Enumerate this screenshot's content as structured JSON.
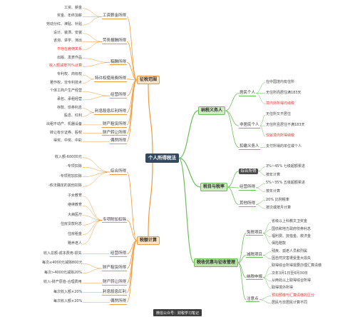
{
  "mind_map": {
    "center": "个人所得税法",
    "branches": [
      {
        "label": "征税范围",
        "color": "#ef9a3c",
        "fill": "#fde4c6",
        "children": [
          {
            "label": "工资薪金所得",
            "children": [
              {
                "label": "工资、薪金"
              },
              {
                "label": "奖金、年终加薪"
              },
              {
                "label": "劳动分红、津贴、补贴"
              }
            ]
          },
          {
            "label": "劳务报酬所得",
            "children": [
              {
                "label": "设计、装潢、安装"
              },
              {
                "label": "咨询、讲学、演出"
              },
              {
                "label": "不存在雇佣关系",
                "emphasis": true
              }
            ]
          },
          {
            "label": "稿酬所得",
            "children": [
              {
                "label": "出版、发表作品"
              },
              {
                "label": "收入额减按70%计算",
                "emphasis": true
              }
            ]
          },
          {
            "label": "特许权使用费所得",
            "children": [
              {
                "label": "专利权、商标权"
              },
              {
                "label": "著作权、非专利技术"
              }
            ]
          },
          {
            "label": "经营所得",
            "children": [
              {
                "label": "个体工商户生产经营"
              },
              {
                "label": "承包、承租经营"
              }
            ]
          },
          {
            "label": "利息股息红利所得",
            "children": [
              {
                "label": "存款、债券利息"
              },
              {
                "label": "股息、红利"
              }
            ]
          },
          {
            "label": "财产租赁所得",
            "children": [
              {
                "label": "出租不动产、机器设备"
              }
            ]
          },
          {
            "label": "财产转让所得",
            "children": [
              {
                "label": "转让有价证券、股权"
              }
            ]
          },
          {
            "label": "偶然所得",
            "children": [
              {
                "label": "得奖、中奖、中彩"
              }
            ]
          }
        ]
      },
      {
        "label": "税额计算",
        "color": "#ef9a3c",
        "fill": "#fde4c6",
        "children": [
          {
            "label": "综合所得",
            "children": [
              {
                "label": "收入额-60000元"
              },
              {
                "label": "-专项扣除"
              },
              {
                "label": "-专项附加扣除"
              },
              {
                "label": "-依法确定的其他扣除"
              }
            ]
          },
          {
            "label": "专项附加扣除",
            "children": [
              {
                "label": "子女教育"
              },
              {
                "label": "继续教育"
              },
              {
                "label": "大病医疗"
              },
              {
                "label": "住房贷款利息"
              },
              {
                "label": "住房租金"
              },
              {
                "label": "赡养老人"
              }
            ]
          },
          {
            "label": "经营所得",
            "children": [
              {
                "label": "收入总额-成本费用-损失"
              }
            ]
          },
          {
            "label": "财产租赁所得",
            "children": [
              {
                "label": "每次≤4000元减除800元"
              },
              {
                "label": "每次>4000元减除20%"
              }
            ]
          },
          {
            "label": "财产转让所得",
            "children": [
              {
                "label": "收入-财产原值-合理费用"
              }
            ]
          },
          {
            "label": "利息股息红利",
            "children": [
              {
                "label": "每次收入额×20%"
              }
            ]
          },
          {
            "label": "偶然所得",
            "children": [
              {
                "label": "每次收入额×20%"
              }
            ]
          }
        ]
      },
      {
        "label": "纳税义务人",
        "color": "#6cbd5a",
        "fill": "#cdeac0",
        "children": [
          {
            "label": "居民个人",
            "children": [
              {
                "label": "在中国境内有住所"
              },
              {
                "label": "无住所而居住满183天"
              },
              {
                "label": "境内外所得均纳税",
                "emphasis": true
              }
            ]
          },
          {
            "label": "非居民个人",
            "children": [
              {
                "label": "无住所又不居住"
              },
              {
                "label": "无住所且居住不满183天"
              },
              {
                "label": "仅就境内所得纳税",
                "emphasis": true
              }
            ]
          },
          {
            "label": "扣缴义务人",
            "children": [
              {
                "label": "支付所得的单位或个人"
              }
            ]
          }
        ]
      },
      {
        "label": "税目与税率",
        "color": "#6cbd5a",
        "fill": "#cdeac0",
        "children": [
          {
            "label": "综合所得",
            "fill": "#4a4a4a",
            "children": [
              {
                "label": "3%~45% 七级超额累进"
              },
              {
                "label": "按年计算"
              }
            ]
          },
          {
            "label": "经营所得",
            "children": [
              {
                "label": "5%~35% 五级超额累进"
              },
              {
                "label": "按年计算"
              }
            ]
          },
          {
            "label": "其他所得",
            "children": [
              {
                "label": "20% 比例税率"
              },
              {
                "label": "按次或按月计算"
              }
            ]
          }
        ]
      },
      {
        "label": "税收优惠与征收管理",
        "color": "#6cbd5a",
        "fill": "#b9e3a6",
        "children": [
          {
            "label": "免税项目",
            "children": [
              {
                "label": "省级以上科教文卫奖金"
              },
              {
                "label": "国债和地方政府债券利息"
              },
              {
                "label": "福利费、抚恤金、救济金"
              },
              {
                "label": "保险赔款"
              }
            ]
          },
          {
            "label": "减税项目",
            "children": [
              {
                "label": "残疾、孤老人员和烈属"
              },
              {
                "label": "因自然灾害遭受重大损失"
              }
            ]
          },
          {
            "label": "纳税申报",
            "children": [
              {
                "label": "取得综合所得需要办理汇算清缴"
              },
              {
                "label": "次年3月1日至6月30日"
              },
              {
                "label": "从两处以上取得综合所得"
              },
              {
                "label": "取得境外所得"
              }
            ]
          },
          {
            "label": "注意点",
            "children": [
              {
                "label": "预扣预缴与汇算清缴的区分",
                "emphasis": true
              },
              {
                "label": "居民与非居民计算不同"
              }
            ]
          }
        ]
      }
    ],
    "footer": "微信公众号：财税学习笔记"
  }
}
